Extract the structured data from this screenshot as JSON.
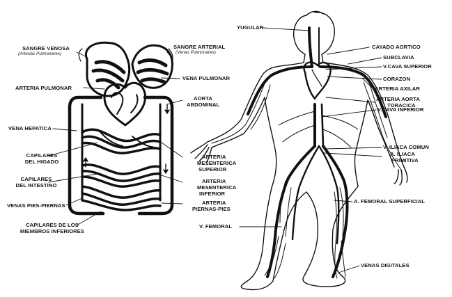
{
  "labels": {
    "sangre_venosa": "SANGRE VENOSA",
    "sangre_venosa_sub": "(Arterias Pulmonares)",
    "sangre_arterial": "SANGRE ARTERIAL",
    "sangre_arterial_sub": "(Venas Pulmonares)",
    "arteria_pulmonar": "ARTERIA PULMONAR",
    "vena_pulmonar": "VENA PULMONAR",
    "aorta_abdominal_1": "AORTA",
    "aorta_abdominal_2": "ABDOMINAL",
    "vena_hepatica": "VENA HEPATICA",
    "capilares_higado_1": "CAPILARES",
    "capilares_higado_2": "DEL HIGADO",
    "capilares_intestino_1": "CAPILARES",
    "capilares_intestino_2": "DEL INTESTINO",
    "venas_pies": "VENAS PIES-PIERNAS",
    "capilares_miembros_1": "CAPILARES DE LOS",
    "capilares_miembros_2": "MIEMBROS INFERIORES",
    "arteria_mes_sup_1": "ARTERIA",
    "arteria_mes_sup_2": "MESENTERICA",
    "arteria_mes_sup_3": "SUPERIOR",
    "arteria_mes_inf_1": "ARTERIA",
    "arteria_mes_inf_2": "MESENTERICA",
    "arteria_mes_inf_3": "INFERIOR",
    "arteria_pies_1": "ARTERIA",
    "arteria_pies_2": "PIERNAS-PIES",
    "yugular": "YUGULAR",
    "cayado_aortico": "CAYADO AORTICO",
    "subclavia": "SUBCLAVIA",
    "vcava_superior": "V.CAVA SUPERIOR",
    "corazon": "CORAZON",
    "arteria_axilar": "ARTERIA AXILAR",
    "arteria_aorta_1": "ARTERIA AORTA",
    "arteria_aorta_2": "TORACICA",
    "vcava_inferior": "V.CAVA INFERIOR",
    "v_iliaca": "V. ILIACA COMUN",
    "a_iliaca_1": "A. ILIACA",
    "a_iliaca_2": "PRIMITIVA",
    "a_femoral": "A. FEMORAL SUPERFICIAL",
    "v_femoral": "V. FEMORAL",
    "venas_digitales": "VENAS DIGITALES"
  },
  "colors": {
    "ink": "#111111",
    "background": "#ffffff"
  }
}
